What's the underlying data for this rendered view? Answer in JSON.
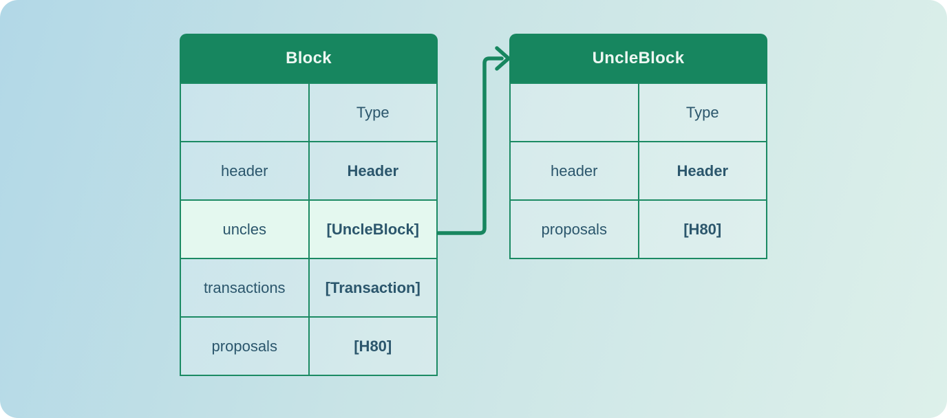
{
  "colors": {
    "header_bg": "#17865f",
    "border": "#1b8a63",
    "arrow": "#17865f",
    "highlight_bg": "#e4f8ef",
    "cell_text": "#2b566c",
    "header_text": "#edf7f2",
    "bg_gradient_start": "#b2d8e7",
    "bg_gradient_end": "#ddf0ea"
  },
  "tables": [
    {
      "title": "Block",
      "type_header": "Type",
      "rows": [
        {
          "field": "header",
          "type": "Header"
        },
        {
          "field": "uncles",
          "type": "[UncleBlock]",
          "highlight": true
        },
        {
          "field": "transactions",
          "type": "[Transaction]"
        },
        {
          "field": "proposals",
          "type": "[H80]"
        }
      ]
    },
    {
      "title": "UncleBlock",
      "type_header": "Type",
      "rows": [
        {
          "field": "header",
          "type": "Header"
        },
        {
          "field": "proposals",
          "type": "[H80]"
        }
      ]
    }
  ],
  "relation": {
    "from": "Block.uncles",
    "to": "UncleBlock"
  }
}
